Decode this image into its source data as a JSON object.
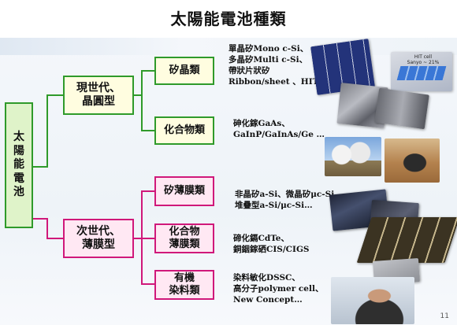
{
  "title": "太陽能電池種類",
  "root": "太陽能電池",
  "generations": [
    {
      "label_line1": "現世代、",
      "label_line2": "晶圓型",
      "children": [
        {
          "label_line1": "矽晶類",
          "label_line2": "",
          "desc": [
            "單晶矽Mono c-Si、",
            "多晶矽Multi c-Si、",
            "帶狀片狀矽",
            "Ribbon/sheet 、HIT…"
          ]
        },
        {
          "label_line1": "化合物類",
          "label_line2": "",
          "desc": [
            "砷化鎵GaAs、",
            "GaInP/GaInAs/Ge …"
          ]
        }
      ]
    },
    {
      "label_line1": "次世代、",
      "label_line2": "薄膜型",
      "children": [
        {
          "label_line1": "矽薄膜類",
          "label_line2": "",
          "desc": [
            "非晶矽a-Si、微晶矽μc-Si、",
            "堆疊型a-Si/μc-Si…"
          ]
        },
        {
          "label_line1": "化合物",
          "label_line2": "薄膜類",
          "desc": [
            "碲化鎘CdTe、",
            "銅銦鎵硒CIS/CIGS"
          ]
        },
        {
          "label_line1": "有機",
          "label_line2": "染料類",
          "desc": [
            "染料敏化DSSC、",
            "高分子polymer cell、",
            "New Concept…"
          ]
        }
      ]
    }
  ],
  "photos": {
    "hit_label_line1": "HIT cell",
    "hit_label_line2": "Sanyo ~ 21%"
  },
  "page_number": "11",
  "colors": {
    "green": "#2f9a2a",
    "magenta": "#d0187a",
    "yellow_fill": "#fffde0",
    "pink_fill": "#ffe8f3",
    "root_fill": "#dff3c9"
  }
}
